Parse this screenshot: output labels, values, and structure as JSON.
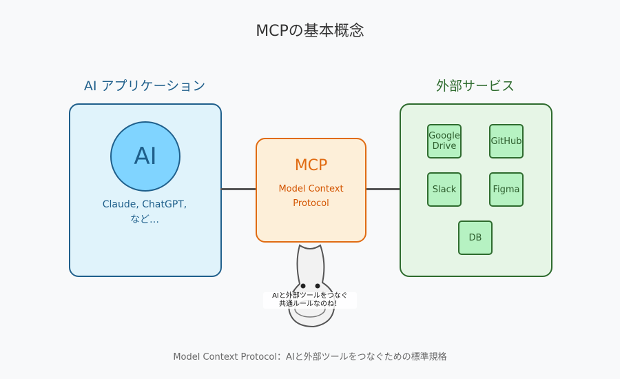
{
  "title": "MCPの基本概念",
  "ai_section": {
    "label": "AI アプリケーション",
    "circle_text": "AI",
    "examples_line1": "Claude, ChatGPT,",
    "examples_line2": "など…"
  },
  "mcp": {
    "title": "MCP",
    "subtitle_line1": "Model Context",
    "subtitle_line2": "Protocol"
  },
  "external_section": {
    "label": "外部サービス",
    "services": [
      {
        "name": "Google\nDrive"
      },
      {
        "name": "GitHub"
      },
      {
        "name": "Slack"
      },
      {
        "name": "Figma"
      },
      {
        "name": "DB"
      }
    ]
  },
  "mascot": {
    "speech_line1": "AIと外部ツールをつなぐ",
    "speech_line2": "共通ルールなのね！"
  },
  "footer": "Model Context Protocol：AIと外部ツールをつなぐための標準規格",
  "colors": {
    "ai_stroke": "#1f5f8b",
    "ai_fill": "#e0f3fb",
    "ai_circle": "#80d4ff",
    "mcp_stroke": "#e06b12",
    "mcp_fill": "#fdefd9",
    "ext_stroke": "#2e6b2e",
    "ext_fill": "#e6f5e6",
    "service_fill": "#b6f2c2"
  }
}
